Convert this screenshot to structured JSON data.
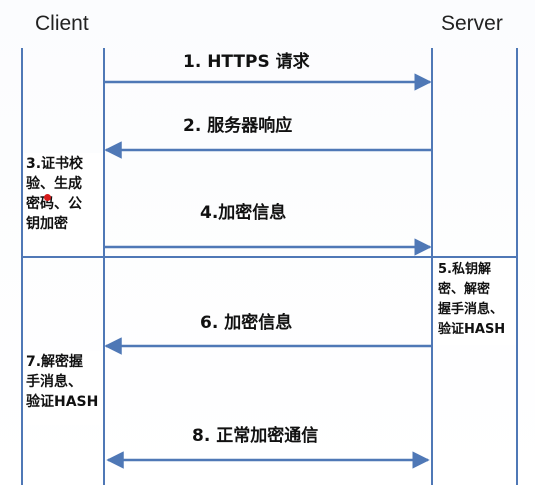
{
  "header": {
    "client": "Client",
    "server": "Server"
  },
  "steps": [
    {
      "label": "1. HTTPS 请求",
      "direction": "client-to-server"
    },
    {
      "label": "2. 服务器响应",
      "direction": "server-to-client"
    },
    {
      "label": "4.加密信息",
      "direction": "client-to-server"
    },
    {
      "label": "6. 加密信息",
      "direction": "server-to-client"
    },
    {
      "label": "8. 正常加密通信",
      "direction": "bidirectional"
    }
  ],
  "notes": {
    "client_step3": [
      "3.证书校",
      "验、生成",
      "密码、公",
      "钥加密"
    ],
    "server_step5": [
      "5.私钥解",
      "密、解密",
      "握手消息、",
      "验证HASH"
    ],
    "client_step7": [
      "7.解密握",
      "手消息、",
      "验证HASH"
    ]
  },
  "colors": {
    "line": "#4f78b6",
    "arrow": "#4f78b6",
    "text": "#111111"
  }
}
